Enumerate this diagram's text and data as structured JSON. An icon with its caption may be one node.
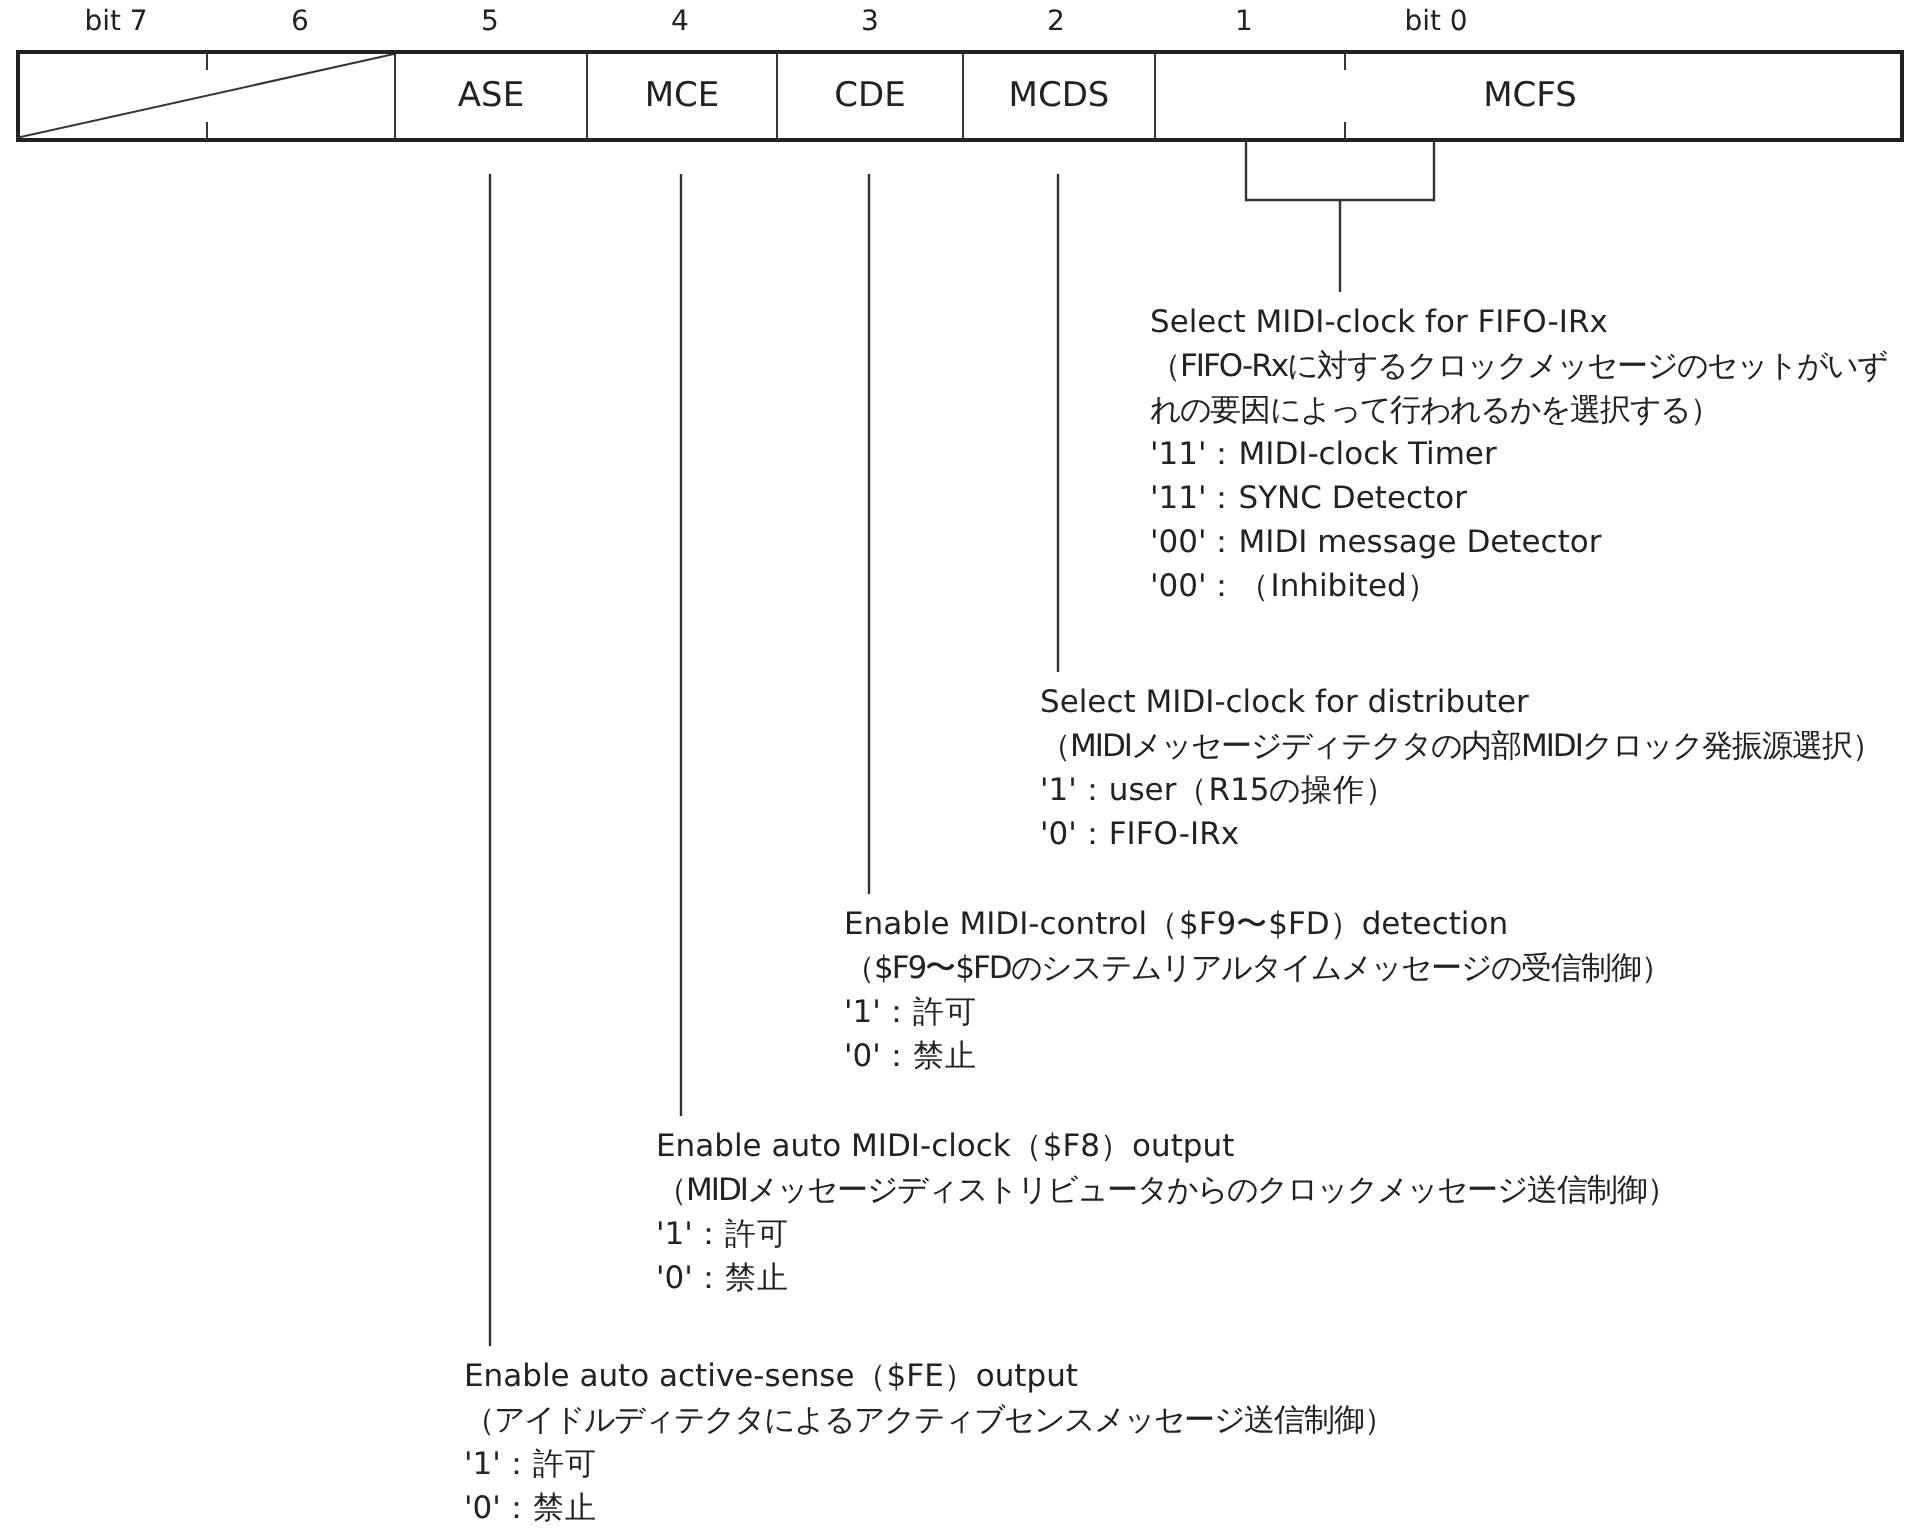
{
  "diagram": {
    "nodes": [
      {
        "text": [],
        "shape": "box"
      },
      {
        "text": [
          "ASE"
        ]
      },
      {
        "text": [
          "MCE"
        ]
      },
      {
        "text": [
          "CDE"
        ]
      },
      {
        "text": [
          "MCDS"
        ]
      },
      {
        "text": [
          "MCFS"
        ]
      },
      {
        "text": [
          "Select MIDI-clock for FIFO-IRx",
          "（FIFO-Rxに対するクロックメッセージのセットがいずれの要因によって行われるかを選択する）",
          "'11'：MIDI-clock Timer",
          "'11'：SYNC Detector",
          "'00'：MIDI message Detector",
          "'00'：（Inhibited）"
        ]
      },
      {
        "text": [
          "Select MIDI-clock for distributer",
          "（MIDIメッセージディテクタの内部MIDIクロック発振源選択）",
          "'1'：user（R15の操作）",
          "'0'：FIFO-IRx"
        ]
      },
      {
        "text": [
          "Enable MIDI-control（$F9〜$FD）detection",
          "（$F9〜$FDのシステムリアルタイムメッセージの受信制御）",
          "'1'：許可",
          "'0'：禁止"
        ]
      },
      {
        "text": [
          "Enable auto MIDI-clock（$F8）output",
          "（MIDIメッセージディストリビュータからのクロックメッセージ送信制御）",
          "'1'：許可",
          "'0'：禁止"
        ]
      },
      {
        "text": [
          "Enable auto active-sense（$FE）output",
          "（アイドルディテクタによるアクティブセンスメッセージ送信制御）",
          "'1'：許可",
          "'0'：禁止"
        ]
      }
    ],
    "edges": [
      {
        "from": 5,
        "to": 6,
        "arrow": "none"
      },
      {
        "from": 4,
        "to": 7,
        "arrow": "none"
      },
      {
        "from": 3,
        "to": 8,
        "arrow": "none"
      },
      {
        "from": 2,
        "to": 9,
        "arrow": "none"
      },
      {
        "from": 1,
        "to": 10,
        "arrow": "none"
      }
    ],
    "labels": [
      "bit 7",
      "6",
      "5",
      "4",
      "3",
      "2",
      "1",
      "bit 0"
    ]
  }
}
